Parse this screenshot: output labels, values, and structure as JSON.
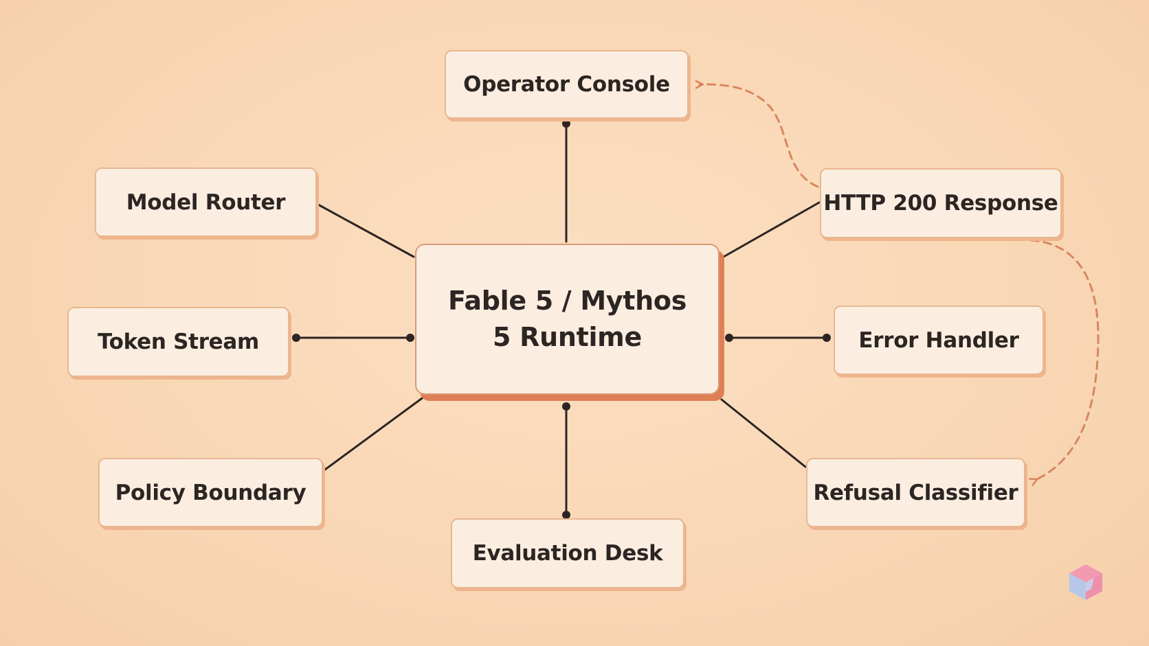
{
  "diagram": {
    "center": {
      "label": "Fable 5 / Mythos 5 Runtime"
    },
    "nodes": {
      "operator_console": "Operator Console",
      "model_router": "Model Router",
      "http_response": "HTTP 200 Response",
      "token_stream": "Token Stream",
      "error_handler": "Error Handler",
      "policy_boundary": "Policy Boundary",
      "refusal_classifier": "Refusal Classifier",
      "evaluation_desk": "Evaluation Desk"
    },
    "colors": {
      "background": "#f9d9b8",
      "node_fill": "#fbeee1",
      "connector": "#2c2523",
      "dashed_arrow": "#d9865e",
      "center_shadow": "#df7f55"
    },
    "icons": [
      "cube-logo-icon"
    ]
  }
}
